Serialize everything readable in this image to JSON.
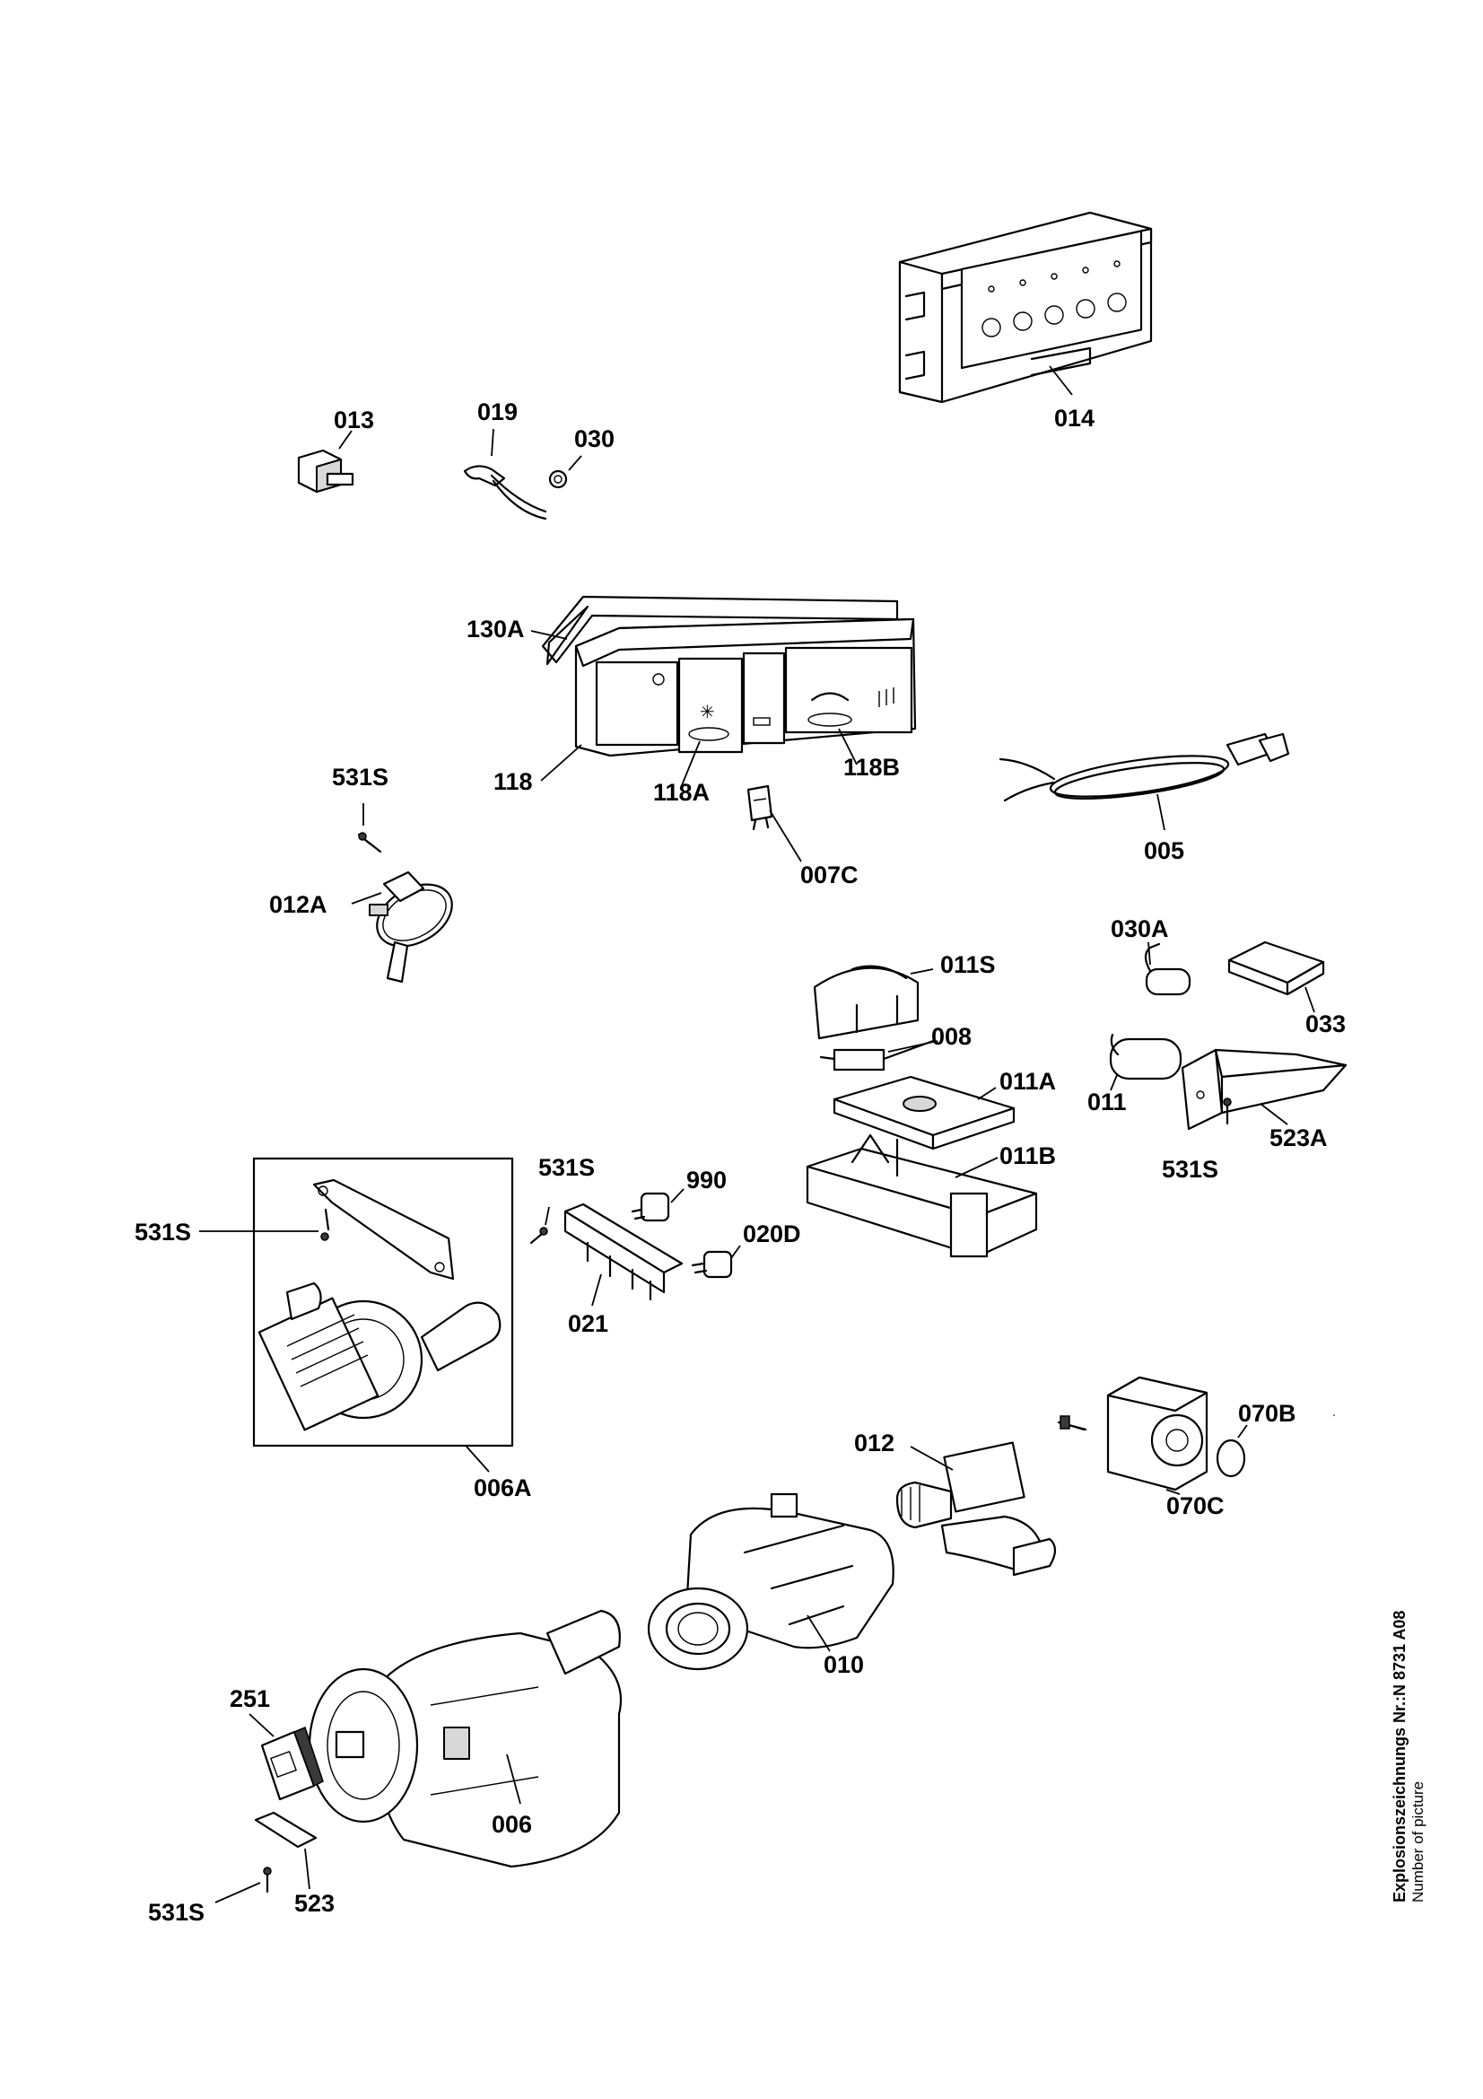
{
  "labels": {
    "l014": "014",
    "l013": "013",
    "l019": "019",
    "l030": "030",
    "l130A": "130A",
    "l118": "118",
    "l118A": "118A",
    "l118B": "118B",
    "l007C": "007C",
    "l005": "005",
    "l531S_a": "531S",
    "l012A": "012A",
    "l011S": "011S",
    "l008": "008",
    "l011A": "011A",
    "l011B": "011B",
    "l030A": "030A",
    "l033": "033",
    "l011": "011",
    "l523A": "523A",
    "l531S_b": "531S",
    "l531S_c": "531S",
    "l531S_d": "531S",
    "l990": "990",
    "l020D": "020D",
    "l021": "021",
    "l006A": "006A",
    "l012": "012",
    "l070B": "070B",
    "l070C": "070C",
    "l010": "010",
    "l251": "251",
    "l006": "006",
    "l523": "523",
    "l531S_e": "531S"
  },
  "caption": {
    "line1": "Explosionszeichnungs Nr.:N 8731 A08",
    "line2": "Number of picture"
  }
}
